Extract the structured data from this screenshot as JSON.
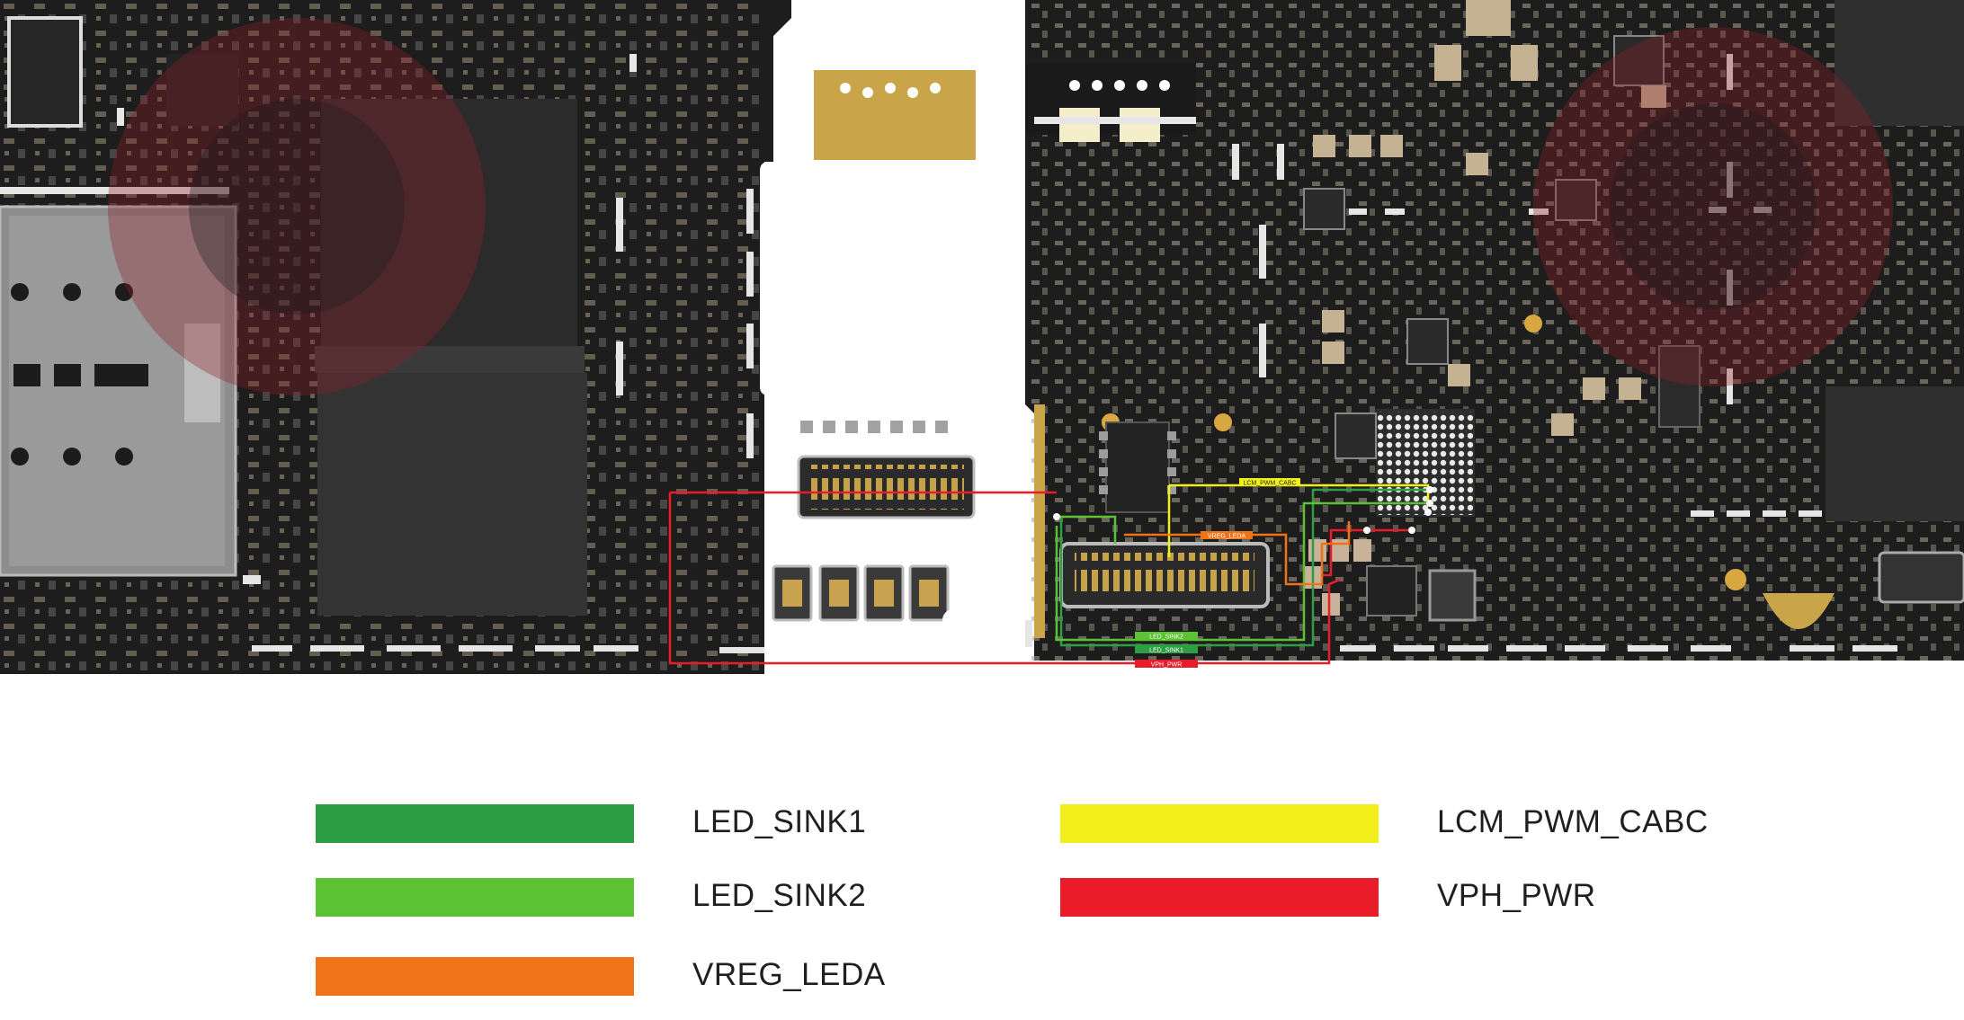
{
  "legend": {
    "items": [
      {
        "label": "LED_SINK1",
        "color": "#2e9e44"
      },
      {
        "label": "LED_SINK2",
        "color": "#5ac233"
      },
      {
        "label": "VREG_LEDA",
        "color": "#f07318"
      },
      {
        "label": "LCM_PWM_CABC",
        "color": "#f2ee1c"
      },
      {
        "label": "VPH_PWR",
        "color": "#ea1c2a"
      }
    ]
  },
  "board": {
    "net_tags": {
      "lcm_pwm_cabc": "LCM_PWM_CABC",
      "vreg_leda": "VREG_LEDA",
      "led_sink2": "LED_SINK2",
      "led_sink1": "LED_SINK1",
      "vph_pwr": "VPH_PWR"
    },
    "colors": {
      "pcb": "#1c1c1c",
      "pcb_dark": "#111111",
      "silkscreen": "#e6e6e6",
      "gold": "#c9a449",
      "watermark": "#8e1f2a"
    }
  }
}
